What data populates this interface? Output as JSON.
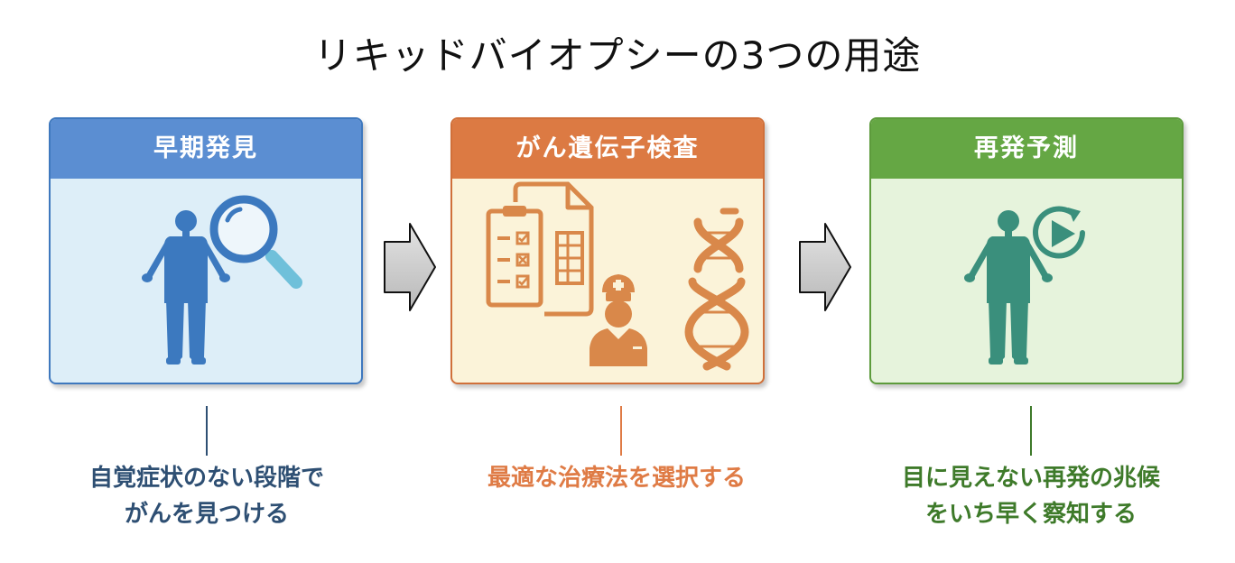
{
  "title": "リキッドバイオプシーの3つの用途",
  "steps": [
    {
      "heading": "早期発見",
      "caption_lines": [
        "自覚症状のない段階で",
        "がんを見つける"
      ],
      "colors": {
        "header": "#5b8ed2",
        "body": "#ddeef8",
        "caption": "#2e4f73",
        "icon": "#3c79bf"
      }
    },
    {
      "heading": "がん遺伝子検査",
      "caption_lines": [
        "最適な治療法を選択する"
      ],
      "colors": {
        "header": "#dc7a43",
        "body": "#fbf3d9",
        "caption": "#df7b45",
        "icon": "#d9884a"
      }
    },
    {
      "heading": "再発予測",
      "caption_lines": [
        "目に見えない再発の兆候",
        "をいち早く察知する"
      ],
      "colors": {
        "header": "#65a744",
        "body": "#e6f3dc",
        "caption": "#3e7a2a",
        "icon": "#3a8f7c"
      }
    }
  ],
  "icons": [
    "human-figure-icon",
    "magnifier-icon",
    "clipboard-icon",
    "document-icon",
    "doctor-icon",
    "dna-icon",
    "play-cycle-icon"
  ]
}
